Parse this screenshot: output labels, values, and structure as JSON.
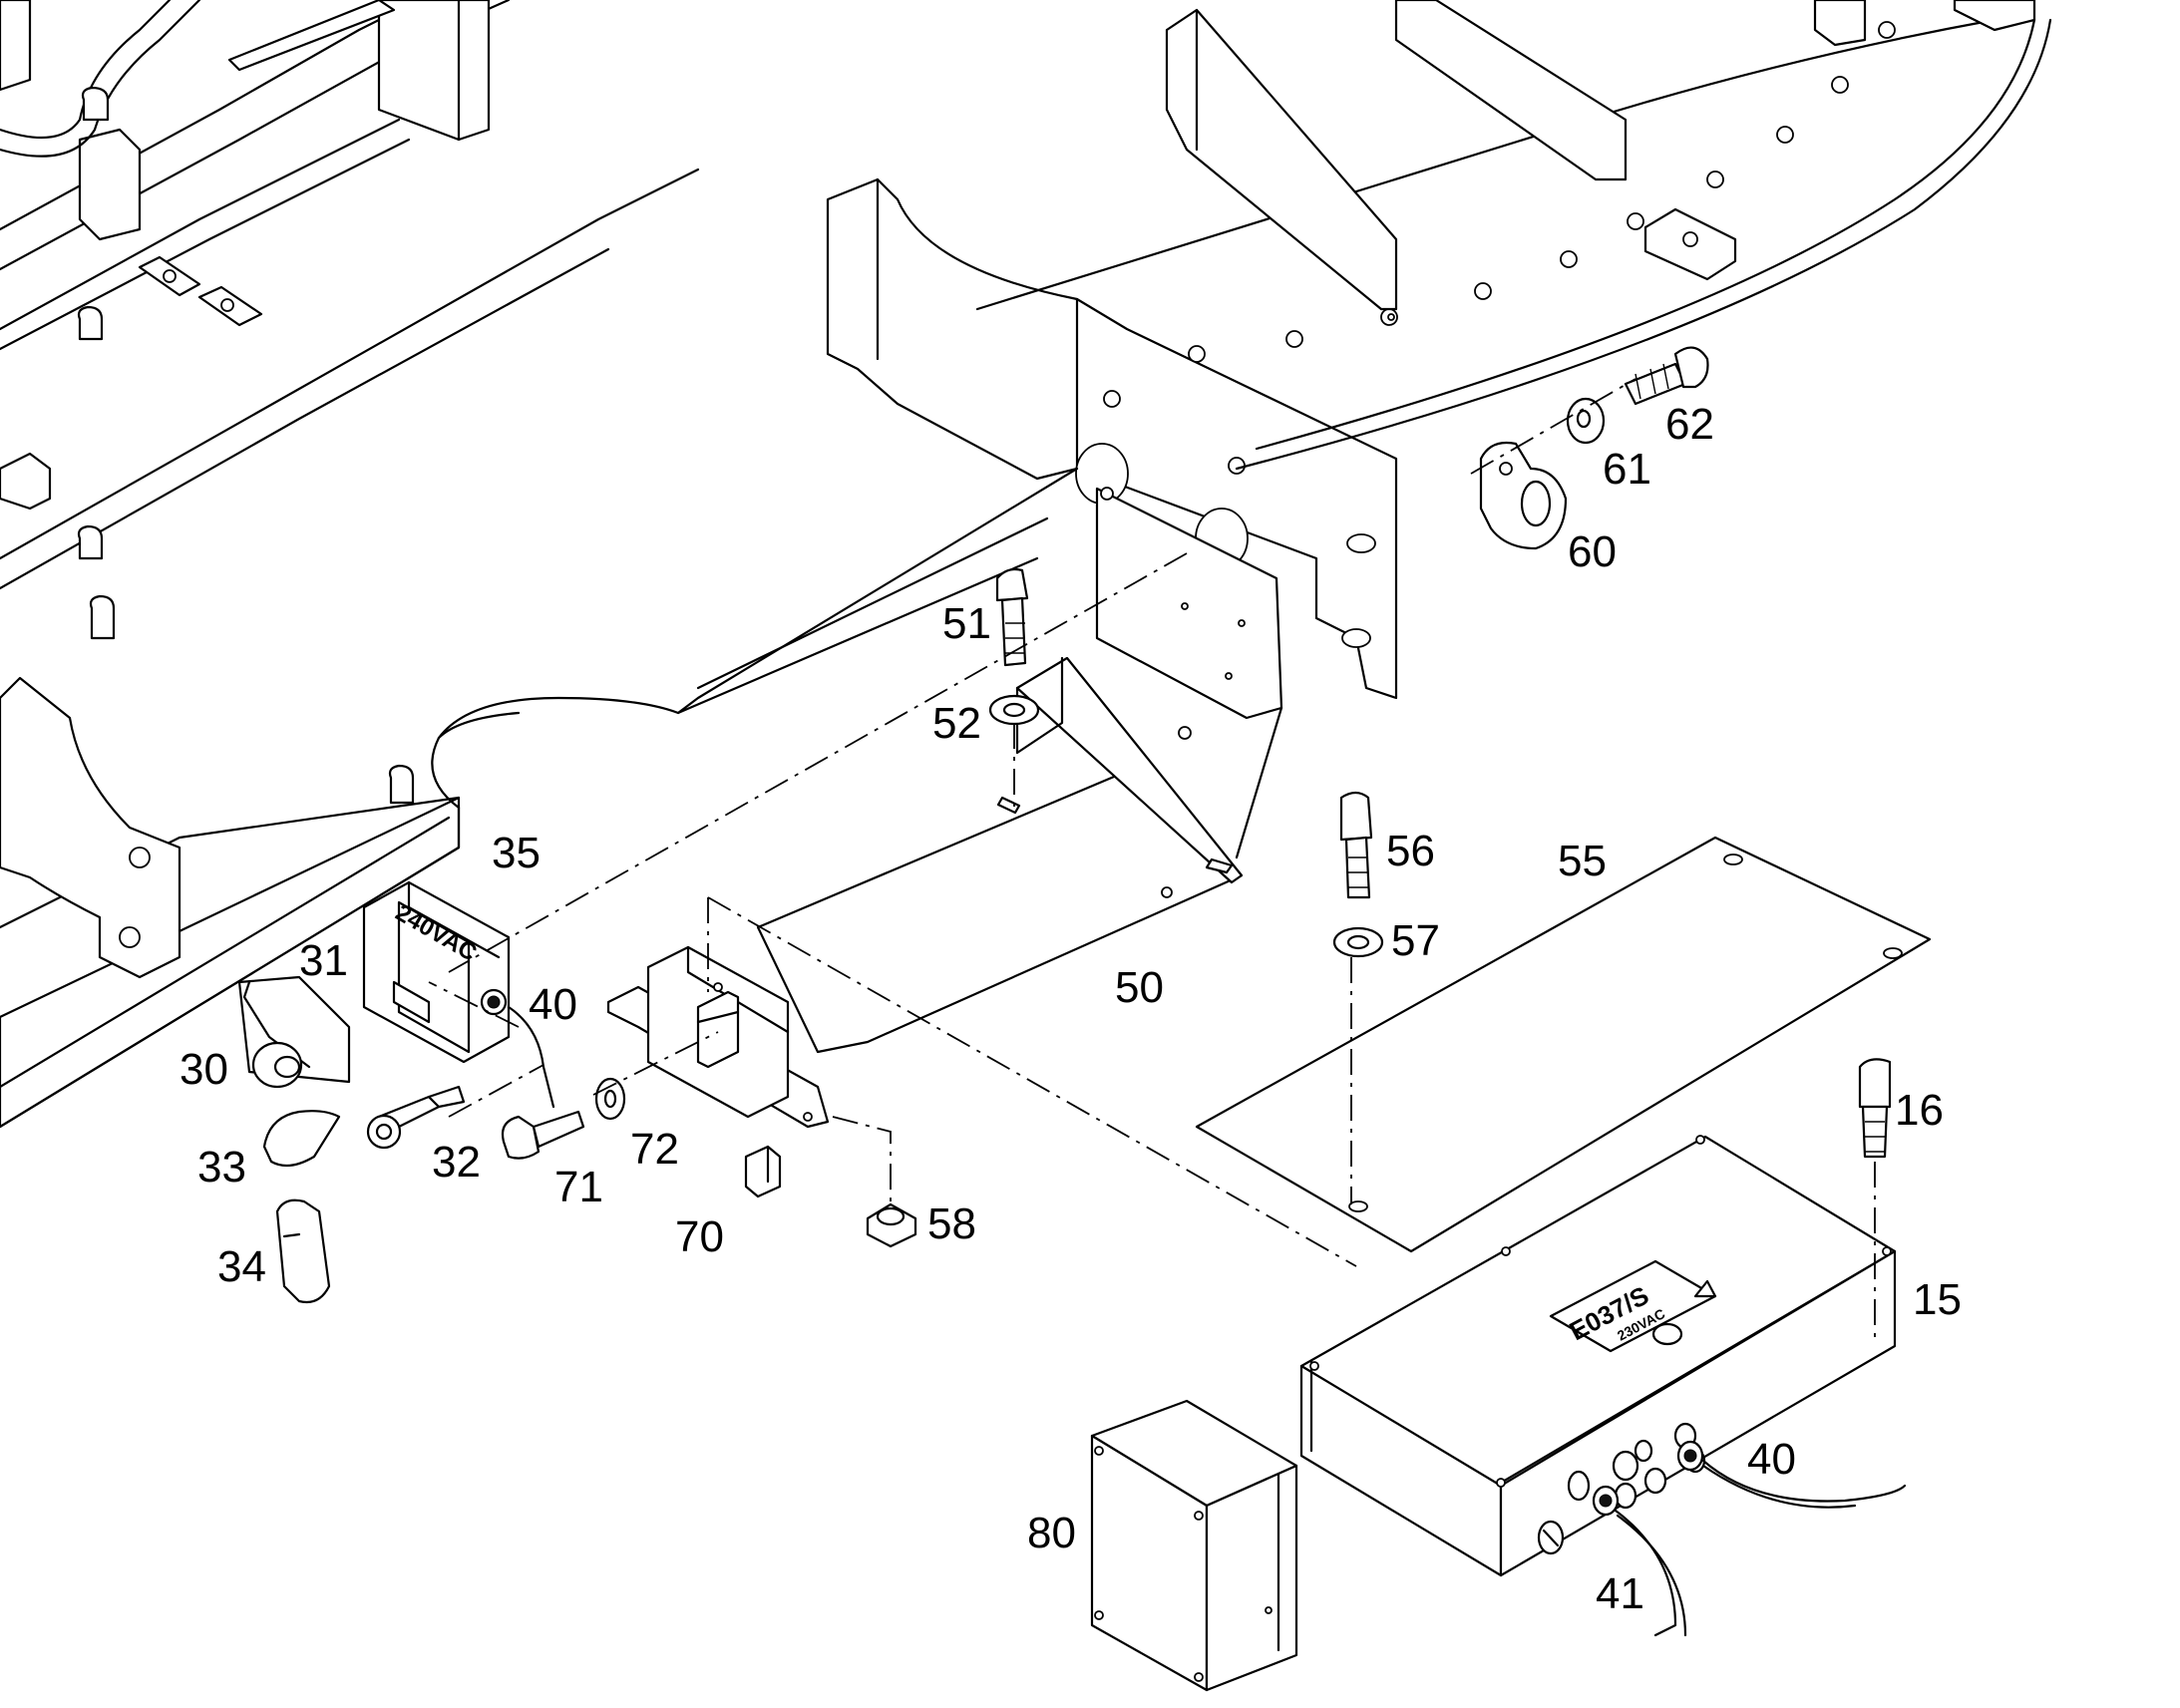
{
  "callouts": [
    {
      "id": "c62",
      "label": "62"
    },
    {
      "id": "c61",
      "label": "61"
    },
    {
      "id": "c60",
      "label": "60"
    },
    {
      "id": "c51",
      "label": "51"
    },
    {
      "id": "c52",
      "label": "52"
    },
    {
      "id": "c35",
      "label": "35"
    },
    {
      "id": "c31",
      "label": "31"
    },
    {
      "id": "c40a",
      "label": "40"
    },
    {
      "id": "c30",
      "label": "30"
    },
    {
      "id": "c33",
      "label": "33"
    },
    {
      "id": "c32",
      "label": "32"
    },
    {
      "id": "c71",
      "label": "71"
    },
    {
      "id": "c72",
      "label": "72"
    },
    {
      "id": "c34",
      "label": "34"
    },
    {
      "id": "c70",
      "label": "70"
    },
    {
      "id": "c58",
      "label": "58"
    },
    {
      "id": "c50",
      "label": "50"
    },
    {
      "id": "c56",
      "label": "56"
    },
    {
      "id": "c57",
      "label": "57"
    },
    {
      "id": "c55",
      "label": "55"
    },
    {
      "id": "c16",
      "label": "16"
    },
    {
      "id": "c15",
      "label": "15"
    },
    {
      "id": "c40b",
      "label": "40"
    },
    {
      "id": "c80",
      "label": "80"
    },
    {
      "id": "c41",
      "label": "41"
    }
  ],
  "part_markings": {
    "small_box_label": "240VAC",
    "control_box_model": "E037/S",
    "control_box_voltage": "230VAC"
  }
}
